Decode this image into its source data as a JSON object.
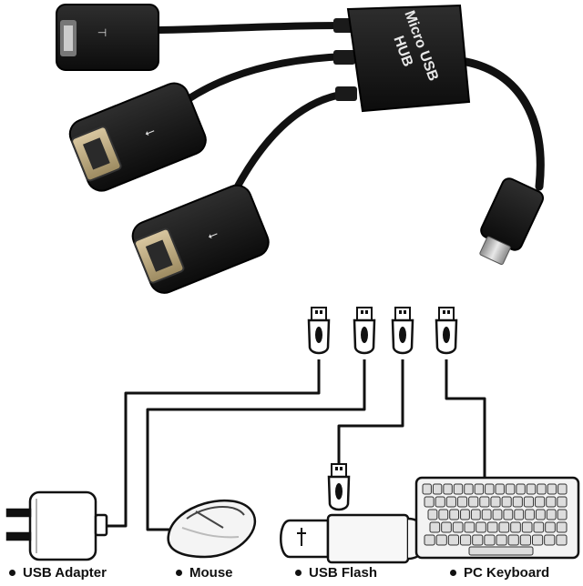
{
  "hub": {
    "line1": "Micro USB",
    "line2": "HUB"
  },
  "devices": [
    {
      "label": "USB Adapter"
    },
    {
      "label": "Mouse"
    },
    {
      "label": "USB Flash"
    },
    {
      "label": "PC Keyboard"
    }
  ]
}
